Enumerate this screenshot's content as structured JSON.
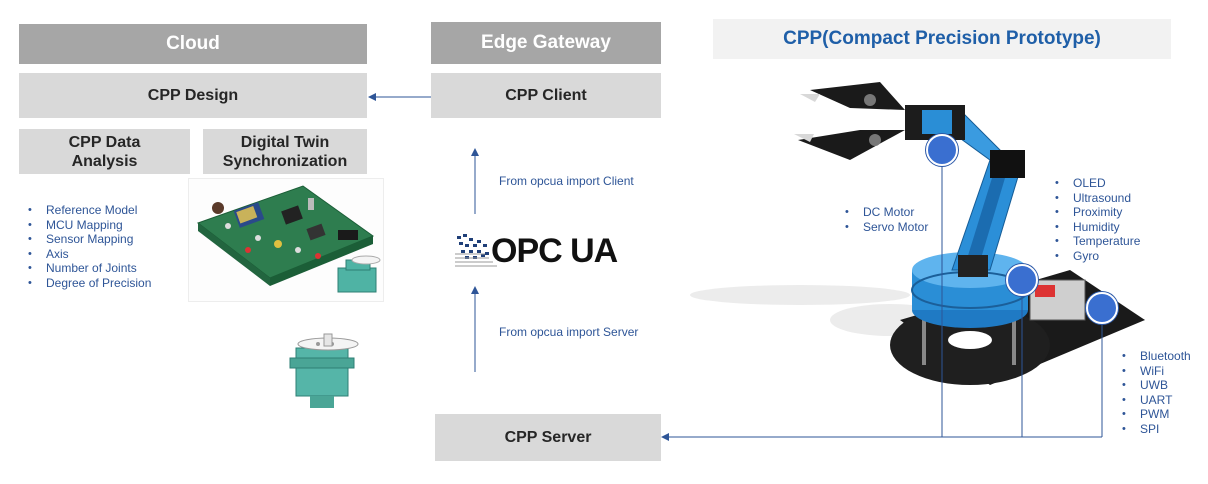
{
  "cloud": {
    "header": "Cloud",
    "design": "CPP Design",
    "analysis": "CPP Data Analysis",
    "twin": "Digital Twin Synchronization",
    "features": [
      "Reference Model",
      "MCU Mapping",
      "Sensor Mapping",
      "Axis",
      "Number of Joints",
      "Degree of Precision"
    ]
  },
  "edge": {
    "header": "Edge Gateway",
    "client": "CPP Client",
    "server": "CPP Server",
    "import_client": "From opcua import Client",
    "import_server": "From opcua import Server",
    "logo": "OPC UA"
  },
  "cpp": {
    "header": "CPP(Compact Precision Prototype)",
    "motors": [
      "DC Motor",
      "Servo Motor"
    ],
    "sensors": [
      "OLED",
      "Ultrasound",
      "Proximity",
      "Humidity",
      "Temperature",
      "Gyro"
    ],
    "comms": [
      "Bluetooth",
      "WiFi",
      "UWB",
      "UART",
      "PWM",
      "SPI"
    ]
  },
  "colors": {
    "accent": "#2e5597",
    "title_blue": "#1f5fa8",
    "box": "#d9d9d9",
    "header": "#a6a6a6"
  }
}
